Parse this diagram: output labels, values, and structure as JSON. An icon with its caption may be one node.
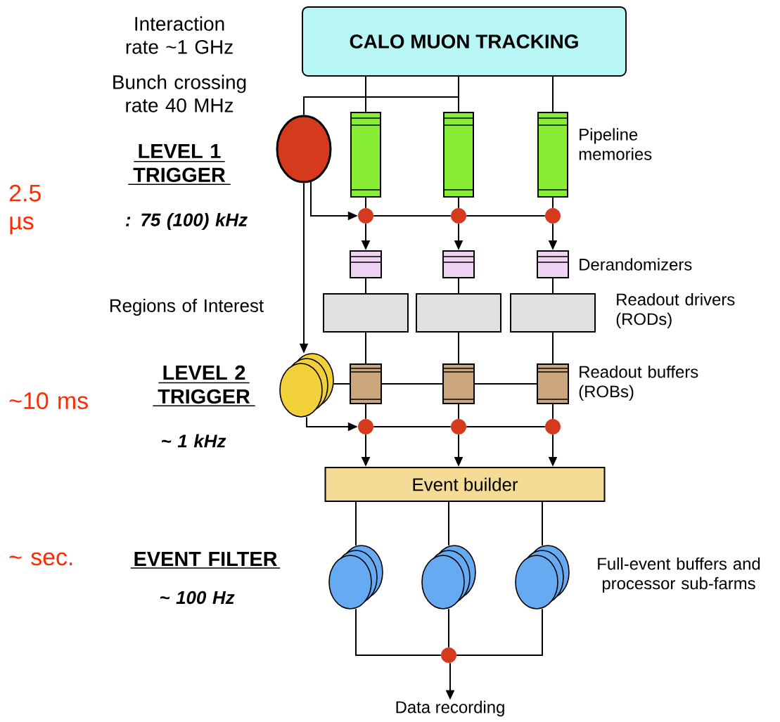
{
  "diagram": {
    "nodes": [
      {
        "text": [
          "CALO MUON TRACKING"
        ]
      },
      {
        "text": [],
        "shape": "circle"
      },
      {
        "text": [],
        "shape": "box"
      },
      {
        "text": [],
        "shape": "box"
      },
      {
        "text": [],
        "shape": "box"
      },
      {
        "text": [],
        "shape": "circle"
      },
      {
        "text": [],
        "shape": "circle"
      },
      {
        "text": [],
        "shape": "circle"
      },
      {
        "text": [],
        "shape": "box"
      },
      {
        "text": [],
        "shape": "box"
      },
      {
        "text": [],
        "shape": "box"
      },
      {
        "text": [],
        "shape": "box"
      },
      {
        "text": [],
        "shape": "box"
      },
      {
        "text": [],
        "shape": "box"
      },
      {
        "text": [],
        "shape": "circle"
      },
      {
        "text": [],
        "shape": "box"
      },
      {
        "text": [],
        "shape": "box"
      },
      {
        "text": [],
        "shape": "box"
      },
      {
        "text": [],
        "shape": "circle"
      },
      {
        "text": [],
        "shape": "circle"
      },
      {
        "text": [],
        "shape": "circle"
      },
      {
        "text": [
          "Event builder"
        ]
      },
      {
        "text": [],
        "shape": "circle"
      },
      {
        "text": [],
        "shape": "circle"
      },
      {
        "text": [],
        "shape": "circle"
      },
      {
        "text": [],
        "shape": "circle"
      },
      {
        "text": [
          "Data recording"
        ]
      }
    ],
    "edges": [
      {
        "from": 0,
        "to": 2,
        "arrow": "none"
      },
      {
        "from": 0,
        "to": 3,
        "arrow": "none"
      },
      {
        "from": 0,
        "to": 4,
        "arrow": "none"
      },
      {
        "from": 0,
        "to": 1,
        "arrow": "none"
      },
      {
        "from": 2,
        "to": 5,
        "arrow": "none"
      },
      {
        "from": 3,
        "to": 6,
        "arrow": "none"
      },
      {
        "from": 4,
        "to": 7,
        "arrow": "none"
      },
      {
        "from": 1,
        "to": 5,
        "arrow": "to"
      },
      {
        "from": 5,
        "to": 6,
        "arrow": "none"
      },
      {
        "from": 6,
        "to": 7,
        "arrow": "none"
      },
      {
        "from": 5,
        "to": 8,
        "arrow": "to"
      },
      {
        "from": 6,
        "to": 9,
        "arrow": "to"
      },
      {
        "from": 7,
        "to": 10,
        "arrow": "to"
      },
      {
        "from": 8,
        "to": 11,
        "arrow": "none"
      },
      {
        "from": 9,
        "to": 12,
        "arrow": "none"
      },
      {
        "from": 10,
        "to": 13,
        "arrow": "none"
      },
      {
        "from": 1,
        "to": 14,
        "arrow": "to"
      },
      {
        "from": 11,
        "to": 15,
        "arrow": "none"
      },
      {
        "from": 12,
        "to": 16,
        "arrow": "none"
      },
      {
        "from": 13,
        "to": 17,
        "arrow": "none"
      },
      {
        "from": 14,
        "to": 15,
        "arrow": "none"
      },
      {
        "from": 15,
        "to": 16,
        "arrow": "none"
      },
      {
        "from": 16,
        "to": 17,
        "arrow": "none"
      },
      {
        "from": 15,
        "to": 18,
        "arrow": "none"
      },
      {
        "from": 16,
        "to": 19,
        "arrow": "none"
      },
      {
        "from": 17,
        "to": 20,
        "arrow": "none"
      },
      {
        "from": 14,
        "to": 18,
        "arrow": "to"
      },
      {
        "from": 18,
        "to": 19,
        "arrow": "none"
      },
      {
        "from": 19,
        "to": 20,
        "arrow": "none"
      },
      {
        "from": 18,
        "to": 21,
        "arrow": "to"
      },
      {
        "from": 19,
        "to": 21,
        "arrow": "to"
      },
      {
        "from": 20,
        "to": 21,
        "arrow": "to"
      },
      {
        "from": 21,
        "to": 22,
        "arrow": "none"
      },
      {
        "from": 21,
        "to": 23,
        "arrow": "none"
      },
      {
        "from": 21,
        "to": 24,
        "arrow": "none"
      },
      {
        "from": 22,
        "to": 25,
        "arrow": "none"
      },
      {
        "from": 23,
        "to": 25,
        "arrow": "none"
      },
      {
        "from": 24,
        "to": 25,
        "arrow": "none"
      },
      {
        "from": 25,
        "to": 26,
        "arrow": "to"
      }
    ],
    "labels": [
      "Interaction rate ~1 GHz",
      "Bunch crossing rate 40 MHz",
      "LEVEL 1 TRIGGER",
      "Pipeline memories",
      "2.5 µs",
      ": 75 (100) kHz",
      "Derandomizers",
      "Regions of Interest",
      "Readout drivers (RODs)",
      "LEVEL 2 TRIGGER",
      "Readout buffers (ROBs)",
      "~10 ms",
      "~ 1 kHz",
      "~ sec.",
      "EVENT FILTER",
      "Full-event buffers and processor sub-farms",
      "~ 100 Hz"
    ]
  }
}
